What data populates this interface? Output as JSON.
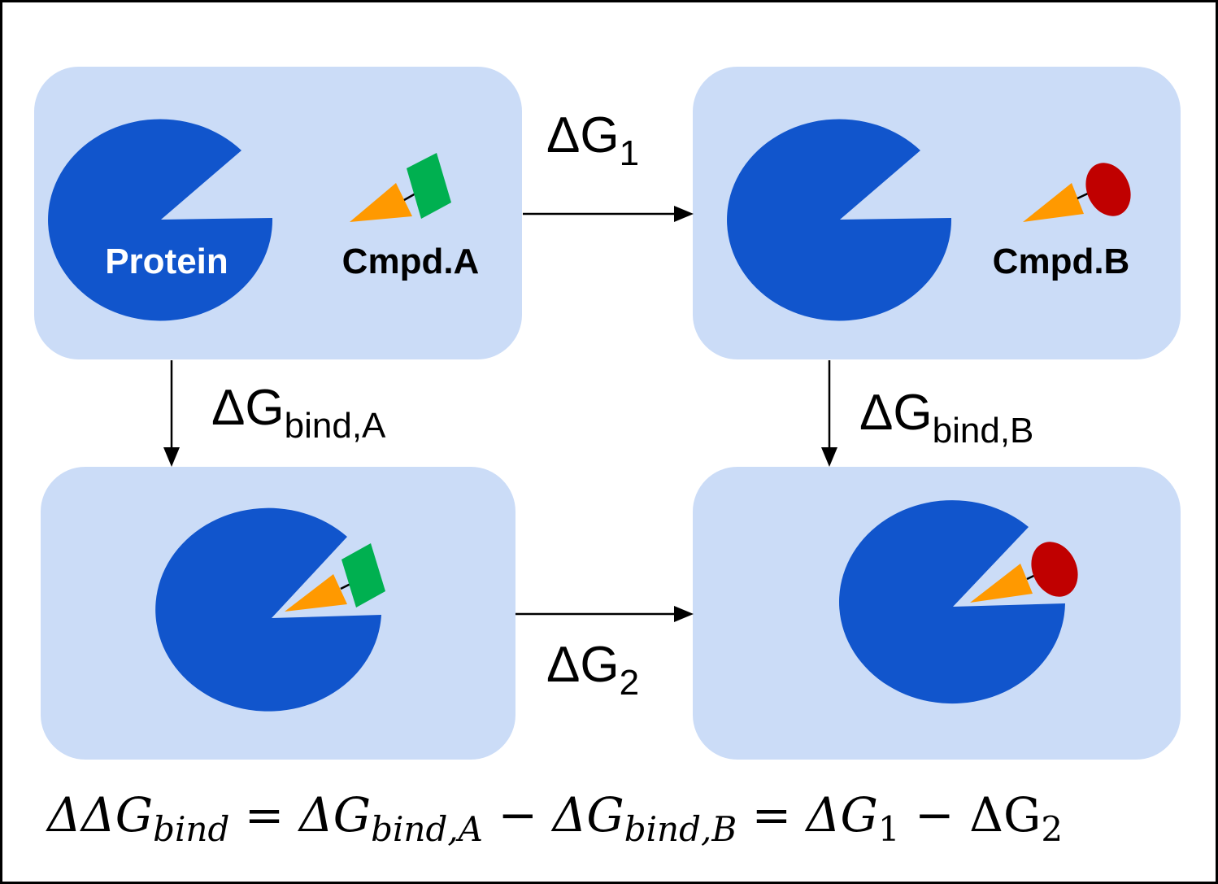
{
  "labels": {
    "protein": "Protein",
    "cmpd_a": "Cmpd.A",
    "cmpd_b": "Cmpd.B"
  },
  "edges": {
    "dg1": {
      "main": "ΔG",
      "sub": "1"
    },
    "dg2": {
      "main": "ΔG",
      "sub": "2"
    },
    "dg_bind_a": {
      "main": "ΔG",
      "sub": "bind,A"
    },
    "dg_bind_b": {
      "main": "ΔG",
      "sub": "bind,B"
    }
  },
  "equation": {
    "lhs_main": "ΔΔG",
    "lhs_sub": "bind",
    "eq1": " = ",
    "t1_main": "ΔG",
    "t1_sub": "bind,A",
    "minus1": " − ",
    "t2_main": "ΔG",
    "t2_sub": "bind,B",
    "eq2": " = ",
    "t3_main": "ΔG",
    "t3_sub": "1",
    "minus2": " − ",
    "t4_main": "ΔG",
    "t4_sub": "2"
  },
  "colors": {
    "panel": "#cbdcf7",
    "protein": "#1155cc",
    "cone": "#ff9900",
    "group_a": "#00b050",
    "group_b": "#c00000"
  }
}
